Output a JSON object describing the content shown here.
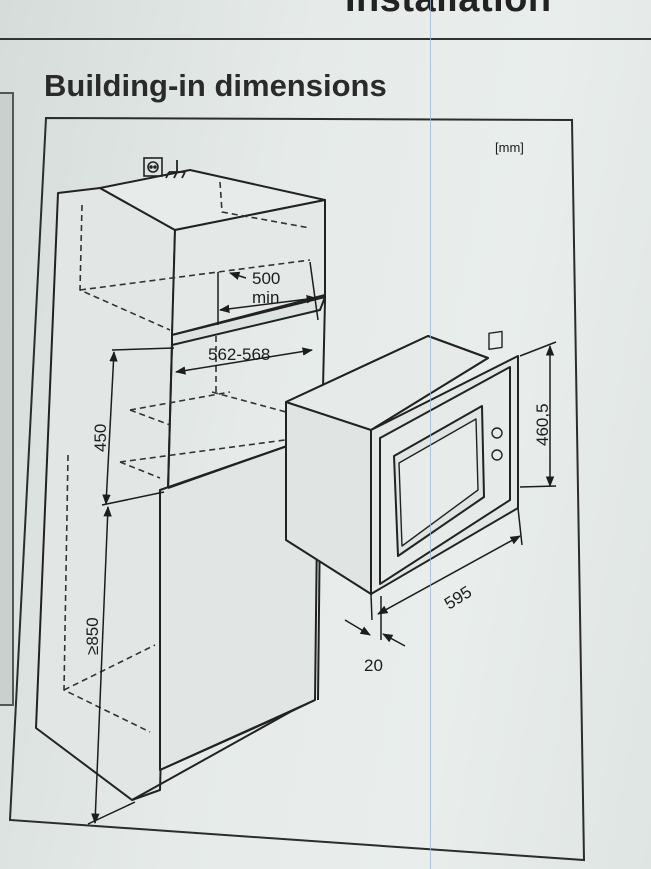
{
  "header": {
    "section_title": "Installation"
  },
  "heading": "Building-in dimensions",
  "diagram": {
    "unit": "[mm]",
    "dims": {
      "depth_min_value": "500",
      "depth_min_suffix": "min",
      "inner_width": "562-568",
      "niche_height": "450",
      "floor_height": "≥850",
      "appliance_height": "460,5",
      "appliance_width": "595",
      "frame_depth": "20"
    },
    "icons": [
      "socket-icon",
      "ground-icon"
    ]
  }
}
